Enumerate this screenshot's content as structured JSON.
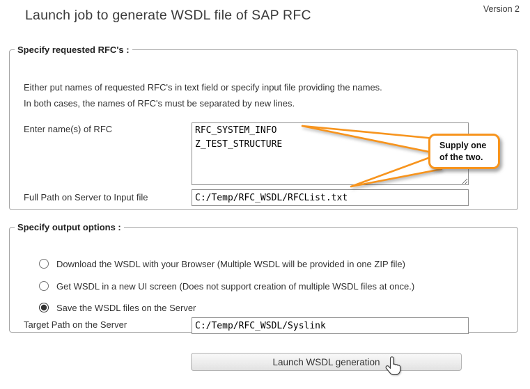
{
  "page": {
    "title": "Launch job to generate WSDL file of SAP RFC",
    "version": "Version 2"
  },
  "rfc_section": {
    "legend": "Specify requested RFC's :",
    "instruction_line1": "Either put names of requested RFC's in text field or specify input file providing the names.",
    "instruction_line2": "In both cases, the names of RFC's must be separated by new lines.",
    "rfc_names_label": "Enter name(s) of RFC",
    "rfc_names_value": "RFC_SYSTEM_INFO\nZ_TEST_STRUCTURE",
    "input_file_label": "Full Path on Server to Input file",
    "input_file_value": "C:/Temp/RFC_WSDL/RFCList.txt"
  },
  "callout": {
    "text_line1": "Supply one",
    "text_line2": "of the two.",
    "accent_color": "#F7941D"
  },
  "output_section": {
    "legend": "Specify output options :",
    "options": [
      {
        "label": "Download the WSDL with your Browser (Multiple WSDL will be provided in one ZIP file)",
        "selected": false
      },
      {
        "label": "Get WSDL in a new UI screen (Does not support creation of multiple WSDL files at once.)",
        "selected": false
      },
      {
        "label": "Save the WSDL files on the Server",
        "selected": true
      }
    ],
    "target_path_label": "Target Path on the Server",
    "target_path_value": "C:/Temp/RFC_WSDL/Syslink"
  },
  "submit": {
    "label": "Launch WSDL generation"
  }
}
